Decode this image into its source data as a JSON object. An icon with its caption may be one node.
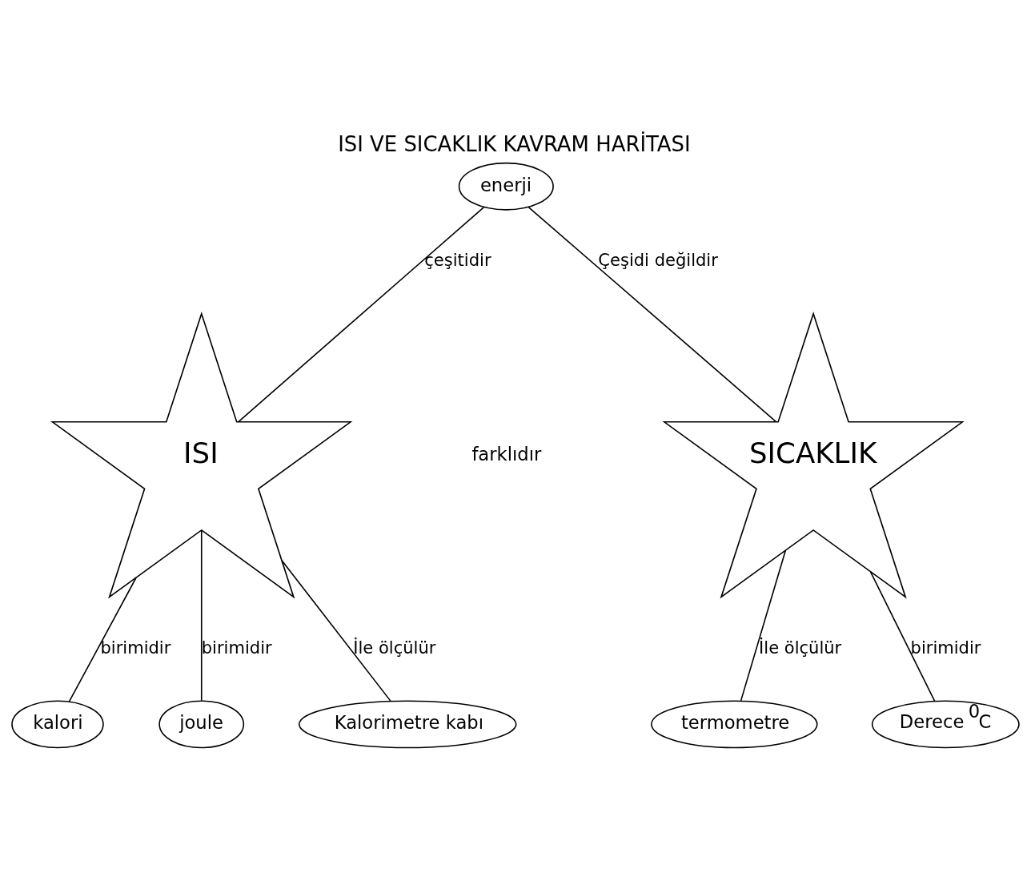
{
  "diagram": {
    "title": "ISI VE SICAKLIK KAVRAM HARİTASI",
    "nodes": [
      {
        "text": [
          "enerji"
        ]
      },
      {
        "text": [
          "ISI"
        ]
      },
      {
        "text": [
          "SICAKLIK"
        ]
      },
      {
        "text": [
          "kalori"
        ]
      },
      {
        "text": [
          "joule"
        ]
      },
      {
        "text": [
          "Kalorimetre kabı"
        ]
      },
      {
        "text": [
          "termometre"
        ]
      },
      {
        "text": [
          "Derece $^{0}$C"
        ]
      }
    ],
    "edges": [
      {
        "from": 0,
        "to": 1,
        "arrow": "none",
        "label": "çeşitidir"
      },
      {
        "from": 0,
        "to": 2,
        "arrow": "none",
        "label": "Çeşidi değildir"
      },
      {
        "from": 1,
        "to": 3,
        "arrow": "none",
        "label": "birimidir"
      },
      {
        "from": 1,
        "to": 4,
        "arrow": "none",
        "label": "birimidir"
      },
      {
        "from": 1,
        "to": 5,
        "arrow": "none",
        "label": "İle ölçülür"
      },
      {
        "from": 2,
        "to": 6,
        "arrow": "none",
        "label": "İle ölçülür"
      },
      {
        "from": 2,
        "to": 7,
        "arrow": "none",
        "label": "birimidir"
      }
    ],
    "labels": [
      "farklıdır"
    ]
  }
}
